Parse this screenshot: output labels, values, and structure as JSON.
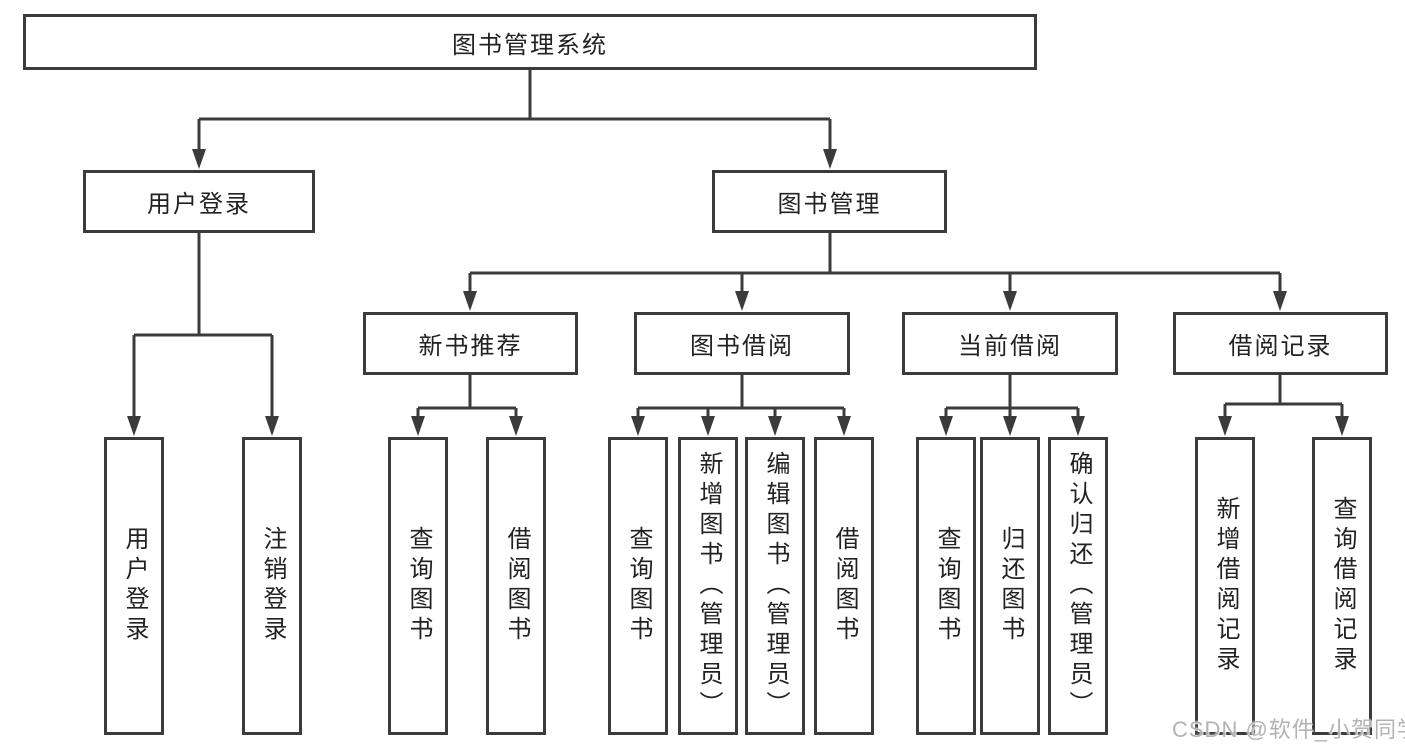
{
  "page": {
    "background": "#ffffff",
    "kind": "functional-structure-diagram"
  },
  "colors": {
    "line": "#3b3b3b",
    "box_border": "#3b3b3b",
    "box_fill": "#ffffff",
    "label_text": "#222222",
    "watermark_text": "#b3b3b3"
  },
  "watermark": {
    "text": "CSDN @软件_小贺同学"
  },
  "diagram": {
    "root": {
      "id": "library-management-system",
      "label": "图书管理系统"
    },
    "level2": [
      {
        "id": "user-login",
        "label": "用户登录",
        "parent": "library-management-system"
      },
      {
        "id": "book-management",
        "label": "图书管理",
        "parent": "library-management-system"
      }
    ],
    "level3": [
      {
        "id": "new-book-recommendation",
        "label": "新书推荐",
        "parent": "book-management"
      },
      {
        "id": "book-borrowing",
        "label": "图书借阅",
        "parent": "book-management"
      },
      {
        "id": "current-borrowing",
        "label": "当前借阅",
        "parent": "book-management"
      },
      {
        "id": "borrowing-records",
        "label": "借阅记录",
        "parent": "book-management"
      }
    ],
    "leaves": [
      {
        "id": "leaf-user-login",
        "label": "用户登录",
        "parent": "user-login"
      },
      {
        "id": "leaf-logout",
        "label": "注销登录",
        "parent": "user-login"
      },
      {
        "id": "leaf-query-books-recommend",
        "label": "查询图书",
        "parent": "new-book-recommendation"
      },
      {
        "id": "leaf-borrow-books-recommend",
        "label": "借阅图书",
        "parent": "new-book-recommendation"
      },
      {
        "id": "leaf-query-books-borrowing",
        "label": "查询图书",
        "parent": "book-borrowing"
      },
      {
        "id": "leaf-add-books-admin",
        "label": "新增图书（管理员）",
        "parent": "book-borrowing"
      },
      {
        "id": "leaf-edit-books-admin",
        "label": "编辑图书（管理员）",
        "parent": "book-borrowing"
      },
      {
        "id": "leaf-borrow-books-borrowing",
        "label": "借阅图书",
        "parent": "book-borrowing"
      },
      {
        "id": "leaf-query-books-current",
        "label": "查询图书",
        "parent": "current-borrowing"
      },
      {
        "id": "leaf-return-books",
        "label": "归还图书",
        "parent": "current-borrowing"
      },
      {
        "id": "leaf-confirm-return-admin",
        "label": "确认归还（管理员）",
        "parent": "current-borrowing"
      },
      {
        "id": "leaf-add-borrow-record",
        "label": "新增借阅记录",
        "parent": "borrowing-records"
      },
      {
        "id": "leaf-query-borrow-record",
        "label": "查询借阅记录",
        "parent": "borrowing-records"
      }
    ]
  }
}
